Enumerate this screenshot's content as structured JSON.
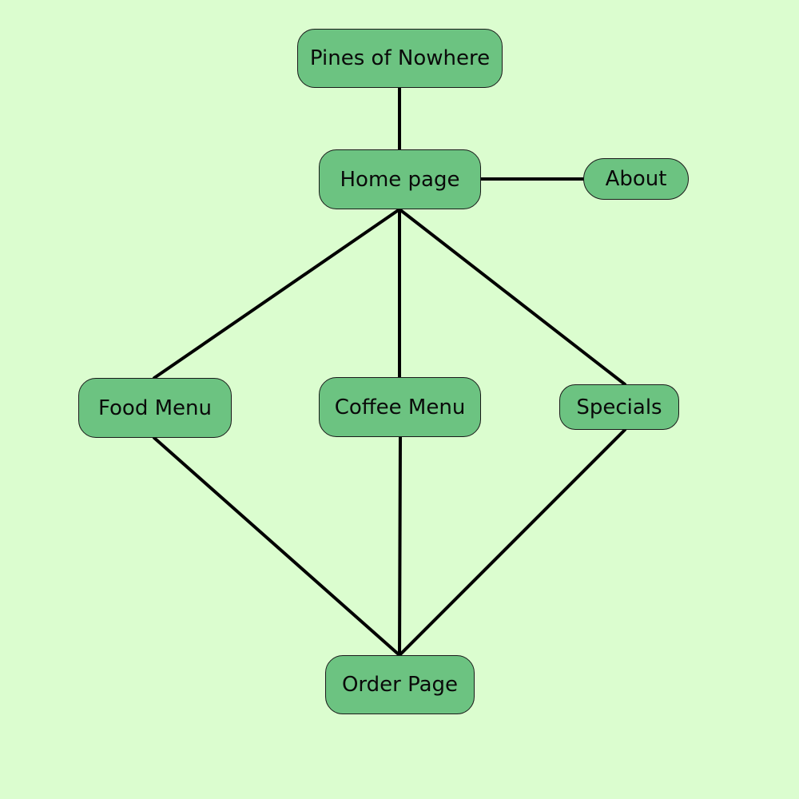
{
  "colors": {
    "background": "#dbfdcf",
    "node_fill": "#6cc381",
    "node_border": "#1a1a1a",
    "edge": "#000000"
  },
  "nodes": {
    "pines": "Pines of Nowhere",
    "home": "Home page",
    "about": "About",
    "food": "Food Menu",
    "coffee": "Coffee Menu",
    "specials": "Specials",
    "order": "Order Page"
  },
  "edges": [
    [
      "pines",
      "home"
    ],
    [
      "home",
      "about"
    ],
    [
      "home",
      "food"
    ],
    [
      "home",
      "coffee"
    ],
    [
      "home",
      "specials"
    ],
    [
      "food",
      "order"
    ],
    [
      "coffee",
      "order"
    ],
    [
      "specials",
      "order"
    ]
  ]
}
